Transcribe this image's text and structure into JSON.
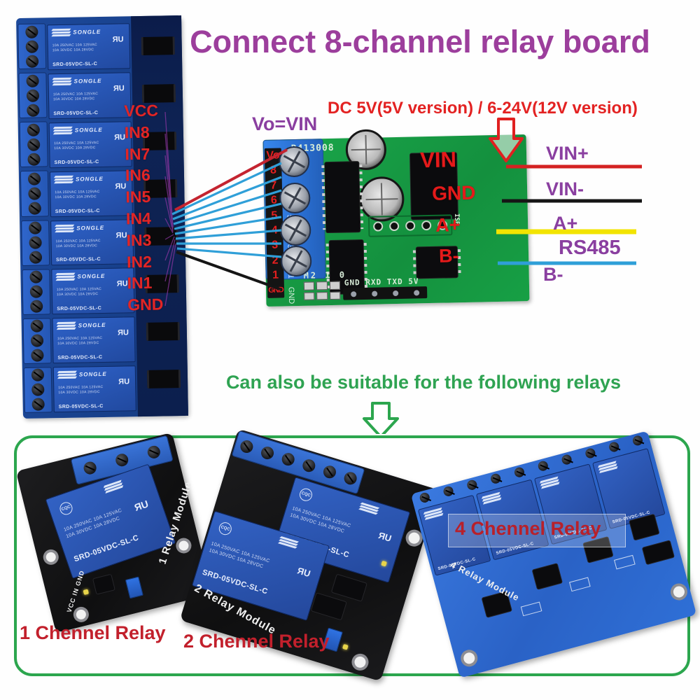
{
  "title": "Connect 8-channel relay board",
  "subtitle": "Can also be suitable for the following relays",
  "annotations": {
    "vo_vin": "Vo=VIN",
    "power_spec": "DC 5V(5V version) / 6-24V(12V version)",
    "wire_labels": {
      "vin_plus": "VIN+",
      "vin_minus": "VIN-",
      "a_plus": "A+",
      "rs485": "RS485",
      "b_minus": "B-"
    }
  },
  "left_board": {
    "pin_labels": [
      "VCC",
      "IN8",
      "IN7",
      "IN6",
      "IN5",
      "IN4",
      "IN3",
      "IN2",
      "IN1",
      "GND"
    ]
  },
  "green_board": {
    "silkscreen_id": "R413008",
    "header_labels": [
      "Vo",
      "8",
      "7",
      "6",
      "5",
      "4",
      "3",
      "2",
      "1",
      "GND"
    ],
    "terminal_labels": {
      "vin": "VIN",
      "gnd": "GND",
      "a": "A+",
      "b": "B-"
    },
    "silkscreen_m2": "M2 1 0",
    "silkscreen_serial": "GND RXD TXD 5V",
    "silkscreen_isp": "ISP"
  },
  "relay_text": {
    "brand": "SONGLE",
    "model": "SRD-05VDC-SL-C",
    "ul": "ЯU",
    "cqc": "CQC",
    "ratings1": "10A 250VAC 10A 125VAC",
    "ratings2": "10A 30VDC  10A 28VDC"
  },
  "modules": {
    "one": {
      "caption": "1 Chennel Relay",
      "board_text": "1 Relay Module",
      "pins": "VCC IN GND"
    },
    "two": {
      "caption": "2 Chennel Relay",
      "board_text": "2 Relay Module"
    },
    "four": {
      "caption": "4 Chennel Relay",
      "board_text": "4 Relay Module"
    }
  },
  "colors": {
    "title_purple": "#9c3e9c",
    "label_purple": "#8a3fa0",
    "annotation_red": "#e32222",
    "caption_red": "#c2202c",
    "heading_green": "#2fa352",
    "box_border_green": "#2ca64e",
    "pcb_green": "#17a045",
    "pcb_blue": "#1d4a9c",
    "wire_red": "#d42222",
    "wire_black": "#151515",
    "wire_yellow": "#f2e400",
    "wire_blue": "#2f9fd8"
  }
}
